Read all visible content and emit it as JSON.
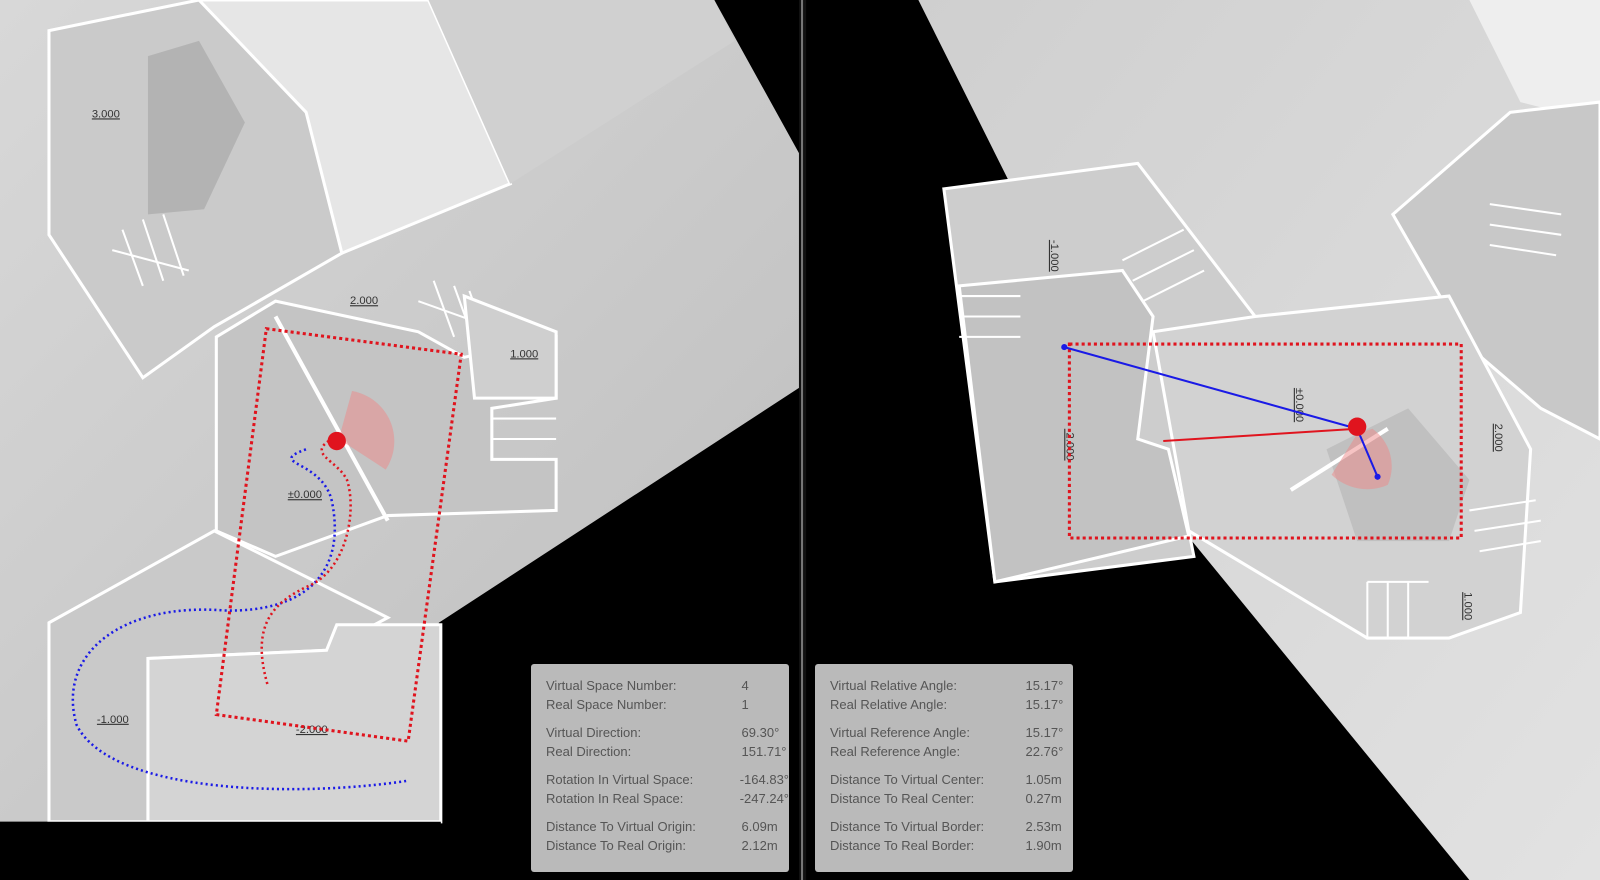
{
  "left_view": {
    "level_labels": [
      "3.000",
      "2.000",
      "1.000",
      "±0.000",
      "-1.000",
      "-2.000"
    ],
    "info": [
      [
        {
          "k": "Virtual Space Number:",
          "v": "4"
        },
        {
          "k": "Real Space Number:",
          "v": "1"
        }
      ],
      [
        {
          "k": "Virtual Direction:",
          "v": "69.30°"
        },
        {
          "k": "Real Direction:",
          "v": "151.71°"
        }
      ],
      [
        {
          "k": "Rotation In Virtual Space:",
          "v": "-164.83°"
        },
        {
          "k": "Rotation In Real Space:",
          "v": "-247.24°"
        }
      ],
      [
        {
          "k": "Distance To Virtual Origin:",
          "v": "6.09m"
        },
        {
          "k": "Distance To Real Origin:",
          "v": "2.12m"
        }
      ]
    ]
  },
  "right_view": {
    "level_labels": [
      "-1.000",
      "±0.000",
      "-2.000",
      "2.000",
      "1.000"
    ],
    "info": [
      [
        {
          "k": "Virtual Relative Angle:",
          "v": "15.17°"
        },
        {
          "k": "Real Relative Angle:",
          "v": "15.17°"
        }
      ],
      [
        {
          "k": "Virtual Reference Angle:",
          "v": "15.17°"
        },
        {
          "k": "Real Reference Angle:",
          "v": "22.76°"
        }
      ],
      [
        {
          "k": "Distance To Virtual Center:",
          "v": "1.05m"
        },
        {
          "k": "Distance To Real Center:",
          "v": "0.27m"
        }
      ],
      [
        {
          "k": "Distance To Virtual Border:",
          "v": "2.53m"
        },
        {
          "k": "Distance To Real Border:",
          "v": "1.90m"
        }
      ]
    ]
  },
  "colors": {
    "boundary": "#e0141e",
    "path_virtual": "#1a1ae6",
    "path_real": "#e0141e",
    "floor": "#d6d6d6"
  }
}
